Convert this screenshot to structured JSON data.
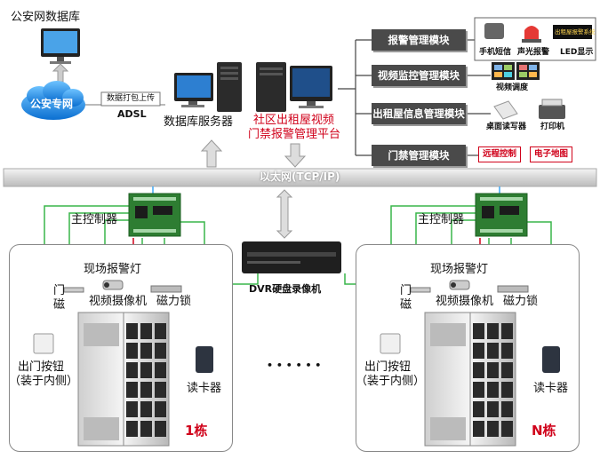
{
  "labels": {
    "police_db": "公安网数据库",
    "police_net": "公安专网",
    "pack_upload": "数据打包上传",
    "adsl": "ADSL",
    "db_server": "数据库服务器",
    "platform_line1": "社区出租屋视频",
    "platform_line2": "门禁报警管理平台",
    "ethernet": "以太网(TCP/IP)",
    "dvr": "DVR硬盘录像机",
    "dots": "• • • • • •"
  },
  "modules": [
    {
      "label": "报警管理模块",
      "devices": [
        "手机短信",
        "声光报警",
        "LED显示"
      ]
    },
    {
      "label": "视频监控管理模块",
      "devices": [
        "视频调度"
      ]
    },
    {
      "label": "出租屋信息管理模块",
      "devices": [
        "桌面读写器",
        "打印机"
      ]
    },
    {
      "label": "门禁管理模块",
      "devices": [
        "远程控制",
        "电子地图"
      ]
    }
  ],
  "led_text": "出租屋报警系统",
  "buildings": [
    {
      "name": "1栋",
      "controller": "主控制器",
      "alarm_light": "现场报警灯",
      "door_mag_1": "门",
      "door_mag_2": "磁",
      "camera": "视频摄像机",
      "mag_lock": "磁力锁",
      "exit_btn_1": "出门按钮",
      "exit_btn_2": "（装于内侧）",
      "card_reader": "读卡器"
    },
    {
      "name": "N栋",
      "controller": "主控制器",
      "alarm_light": "现场报警灯",
      "door_mag_1": "门",
      "door_mag_2": "磁",
      "camera": "视频摄像机",
      "mag_lock": "磁力锁",
      "exit_btn_1": "出门按钮",
      "exit_btn_2": "（装于内侧）",
      "card_reader": "读卡器"
    }
  ],
  "colors": {
    "ethernet_bar": "#e6e6e6",
    "wire_green": "#39b54a",
    "wire_red": "#d0021b",
    "wire_blue": "#3fa9f5",
    "module_bg": "#4a4a4a",
    "cloud_blue": "#1e88e5"
  }
}
